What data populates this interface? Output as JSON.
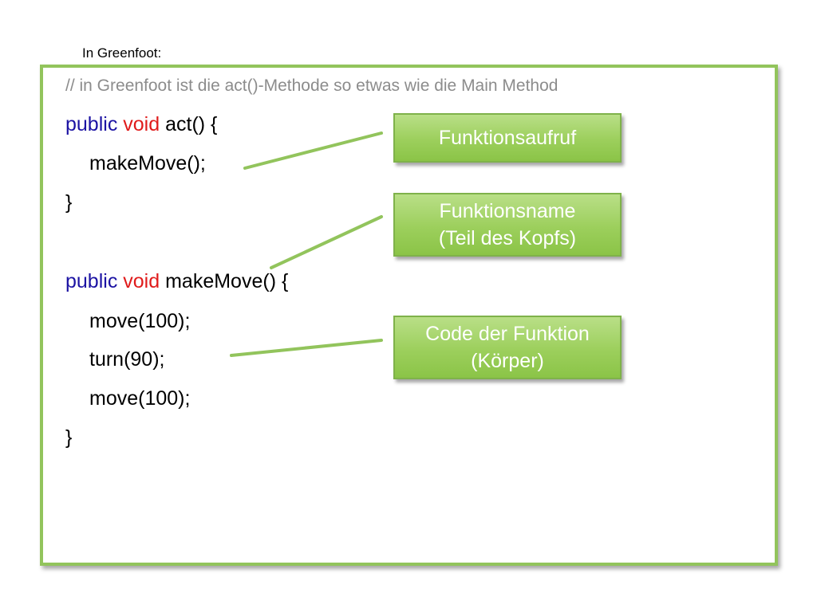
{
  "slide": {
    "caption": "In Greenfoot:"
  },
  "code": {
    "comment": "// in Greenfoot ist die act()-Methode so etwas wie die Main Method",
    "line1": {
      "kw1": "public",
      "kw2": "void",
      "rest": " act() {"
    },
    "line2": "makeMove();",
    "line3": "}",
    "line4": {
      "kw1": "public",
      "kw2": "void",
      "rest": " makeMove() {"
    },
    "line5": "move(100);",
    "line6": "turn(90);",
    "line7": "move(100);",
    "line8": "}"
  },
  "callouts": {
    "call": {
      "line1": "Funktionsaufruf"
    },
    "name": {
      "line1": "Funktionsname",
      "line2": "(Teil des Kopfs)"
    },
    "body": {
      "line1": "Code der Funktion",
      "line2": "(Körper)"
    }
  },
  "colors": {
    "frame_green": "#92c45c",
    "keyword_public": "#1c13a3",
    "keyword_void": "#e01b1b",
    "comment_gray": "#8c8c8c",
    "callout_green": "#9ccf5c"
  }
}
